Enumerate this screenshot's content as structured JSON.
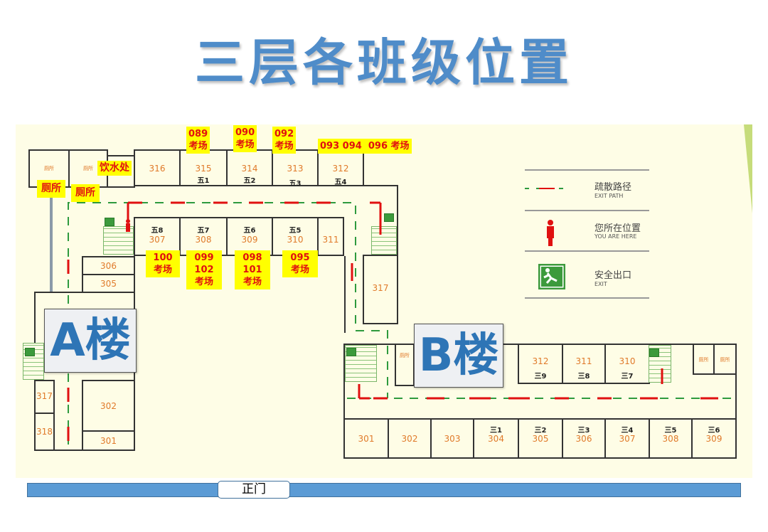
{
  "title": "三层各班级位置",
  "buildings": {
    "a": "A楼",
    "b": "B楼"
  },
  "gate": "正门",
  "a_building": {
    "top_rooms": [
      {
        "num": "316"
      },
      {
        "num": "315",
        "cls": "五1"
      },
      {
        "num": "314",
        "cls": "五2"
      },
      {
        "num": "313",
        "cls": "五3"
      },
      {
        "num": "312",
        "cls": "五4"
      }
    ],
    "inner_rooms": [
      {
        "num": "307",
        "cls": "五8"
      },
      {
        "num": "308",
        "cls": "五7"
      },
      {
        "num": "309",
        "cls": "五6"
      },
      {
        "num": "310",
        "cls": "五5"
      },
      {
        "num": "311"
      }
    ],
    "wing_rooms": [
      "306",
      "305",
      "302",
      "301",
      "317",
      "318",
      "317"
    ],
    "toilet": "厕所"
  },
  "b_building": {
    "top_rooms": [
      {
        "num": "312",
        "cls": "三9"
      },
      {
        "num": "311",
        "cls": "三8"
      },
      {
        "num": "310",
        "cls": "三7"
      }
    ],
    "bottom_rooms": [
      {
        "num": "301"
      },
      {
        "num": "302"
      },
      {
        "num": "303"
      },
      {
        "num": "304",
        "cls": "三1"
      },
      {
        "num": "305",
        "cls": "三2"
      },
      {
        "num": "306",
        "cls": "三3"
      },
      {
        "num": "307",
        "cls": "三4"
      },
      {
        "num": "308",
        "cls": "三5"
      },
      {
        "num": "309",
        "cls": "三6"
      }
    ],
    "toilet": "厕所"
  },
  "labels": {
    "t089": [
      "089",
      "考场"
    ],
    "t090": [
      "090",
      "考场"
    ],
    "t092": [
      "092",
      "考场"
    ],
    "t093": "093 094  096 考场",
    "t100": [
      "100",
      "考场"
    ],
    "t099": [
      "099",
      "102",
      "考场"
    ],
    "t098": [
      "098",
      "101",
      "考场"
    ],
    "t095": [
      "095",
      "考场"
    ],
    "water": "饮水处",
    "toilet1": "厕所",
    "toilet2": "厕所"
  },
  "legend": [
    {
      "cn": "疏散路径",
      "en": "EXIT PATH"
    },
    {
      "cn": "您所在位置",
      "en": "YOU ARE HERE"
    },
    {
      "cn": "安全出口",
      "en": "EXIT"
    }
  ],
  "colors": {
    "path_green": "#2e9a3e",
    "arrow_red": "#e01010",
    "title_blue": "#4f8cc9",
    "bar_blue": "#5b9bd5"
  }
}
